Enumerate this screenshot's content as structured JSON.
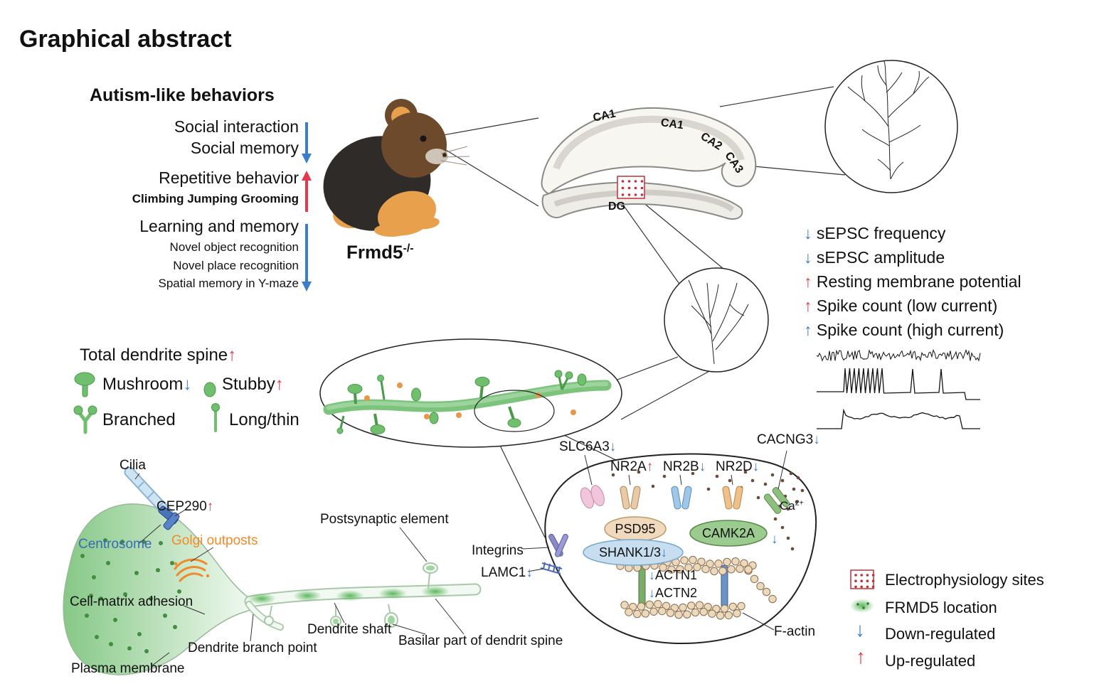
{
  "title": "Graphical abstract",
  "glyphs": {
    "up": "↑",
    "down": "↓"
  },
  "colors": {
    "up_regulated": "#e03a4e",
    "down_regulated": "#3a7dc9",
    "frmd5_green": "#7cc47c",
    "golgi_orange": "#ef8b2a",
    "centrosome_blue": "#3a6ab5",
    "electrophysiology_site_red": "#c0303a"
  },
  "behaviors": {
    "heading": "Autism-like behaviors",
    "social_interaction": "Social interaction",
    "social_memory": "Social memory",
    "social_arrow": "down",
    "repetitive_behavior": "Repetitive behavior",
    "repetitive_detail": "Climbing Jumping Grooming",
    "repetitive_arrow": "up",
    "learning_memory": "Learning and memory",
    "novel_object": "Novel object recognition",
    "novel_place": "Novel place recognition",
    "spatial_memory": "Spatial memory in Y-maze",
    "learning_arrow": "down"
  },
  "mouse": {
    "gene": "Frmd5",
    "genotype": "-/-"
  },
  "hippocampus": {
    "ca1_left": "CA1",
    "ca1_right": "CA1",
    "ca2": "CA2",
    "ca3": "CA3",
    "dg": "DG"
  },
  "electrophysiology": {
    "effects": [
      {
        "arrow": "down",
        "color": "blue",
        "label": "sEPSC frequency"
      },
      {
        "arrow": "down",
        "color": "blue",
        "label": "sEPSC amplitude"
      },
      {
        "arrow": "up",
        "color": "red",
        "label": "Resting membrane potential"
      },
      {
        "arrow": "up",
        "color": "red",
        "label": "Spike count (low current)"
      },
      {
        "arrow": "up",
        "color": "blue",
        "label": "Spike count (high current)"
      }
    ]
  },
  "spines": {
    "total_label": "Total dendrite spine",
    "total_arrow": "up",
    "mushroom": "Mushroom",
    "mushroom_arrow": "down",
    "stubby": "Stubby",
    "stubby_arrow": "up",
    "branched": "Branched",
    "long_thin": "Long/thin"
  },
  "neuron": {
    "cilia": "Cilia",
    "cep290": "CEP290",
    "cep290_arrow": "up",
    "centrosome": "Centrosome",
    "golgi_outposts": "Golgi outposts",
    "cell_matrix_adhesion": "Cell-matrix adhesion",
    "plasma_membrane": "Plasma membrane",
    "dendrite_branch_point": "Dendrite branch point",
    "dendrite_shaft": "Dendrite shaft",
    "basilar_part": "Basilar part of dendrit spine",
    "postsynaptic_element": "Postsynaptic element"
  },
  "synapse": {
    "integrins": "Integrins",
    "lamc1": "LAMC1",
    "lamc1_arrow": "down",
    "slc6a3": "SLC6A3",
    "slc6a3_arrow": "down",
    "nr2a": "NR2A",
    "nr2a_arrow": "up",
    "nr2b": "NR2B",
    "nr2b_arrow": "down",
    "nr2d": "NR2D",
    "nr2d_arrow": "down",
    "cacng3": "CACNG3",
    "cacng3_arrow": "down",
    "ca_ion": "Ca",
    "ca_ion_sup": "2+",
    "psd95": "PSD95",
    "shank": "SHANK1/3",
    "shank_arrow": "down",
    "camk2a": "CAMK2A",
    "camk2a_arrow": "down",
    "actn1": "ACTN1",
    "actn1_arrow": "down",
    "actn2": "ACTN2",
    "actn2_arrow": "down",
    "f_actin": "F-actin"
  },
  "legend": {
    "electrophysiology_sites": "Electrophysiology sites",
    "frmd5_location": "FRMD5 location",
    "down_regulated": "Down-regulated",
    "up_regulated": "Up-regulated"
  }
}
